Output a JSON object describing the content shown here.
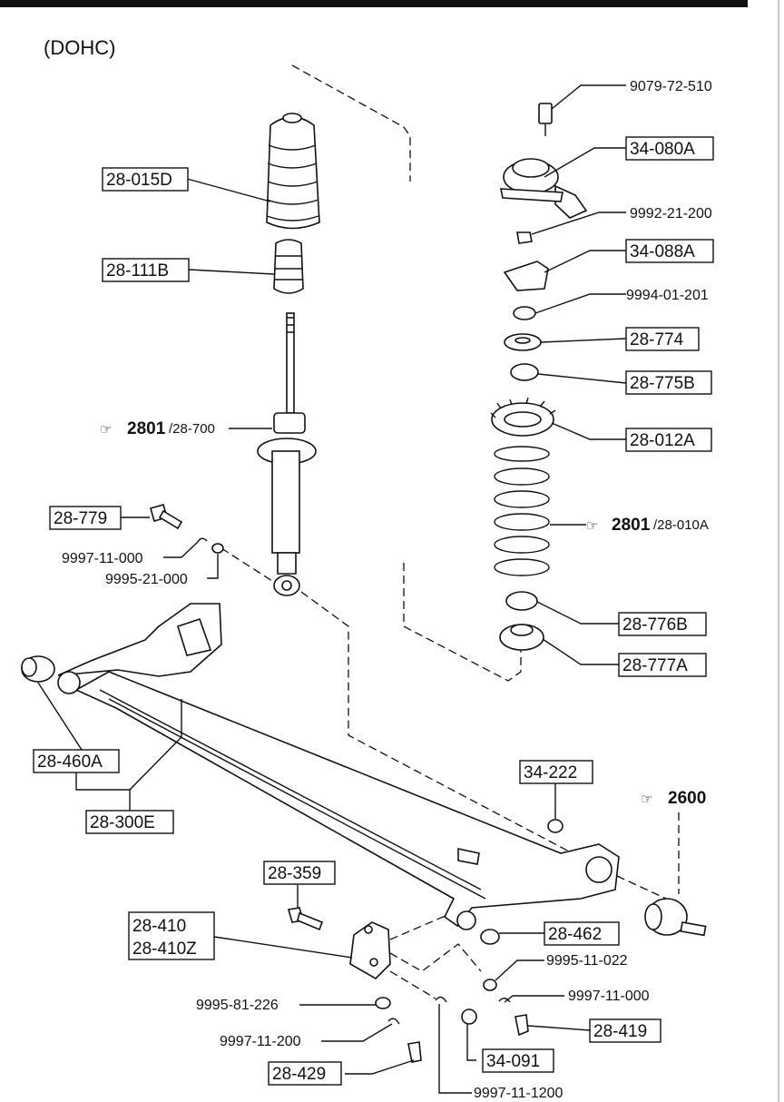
{
  "title": "(DOHC)",
  "callouts": {
    "bolt_top": "9079-72-510",
    "mount": "34-080A",
    "nut_top": "9992-21-200",
    "bracket": "34-088A",
    "nut_flange": "9994-01-201",
    "seat_upper": "28-774",
    "bumper_upper": "28-775B",
    "spring_seat": "28-012A",
    "spring_ref_main": "2801",
    "spring_ref_sub": "/28-010A",
    "bumper_lower": "28-776B",
    "seat_lower": "28-777A",
    "dust_boot": "28-015D",
    "bump_stop": "28-111B",
    "shock_ref_main": "2801",
    "shock_ref_sub": "/28-700",
    "shock_bolt": "28-779",
    "clip_shock": "9997-11-000",
    "washer_shock": "9995-21-000",
    "bushing_front": "28-460A",
    "axle_beam": "28-300E",
    "nut_bracket": "34-222",
    "hub_ref": "2600",
    "bracket_bolt": "28-359",
    "bracket_a": "28-410",
    "bracket_b": "28-410Z",
    "bushing_rear": "28-462",
    "washer_rear": "9995-11-022",
    "clip_rear": "9997-11-000",
    "washer_bottom": "9995-81-226",
    "bolt_rear": "28-419",
    "clip_bottom": "9997-11-200",
    "nut_bottom": "34-091",
    "bolt_bottom": "28-429",
    "clip_end": "9997-11-1200"
  },
  "icons": {
    "reference": "pointing-hand-icon"
  }
}
